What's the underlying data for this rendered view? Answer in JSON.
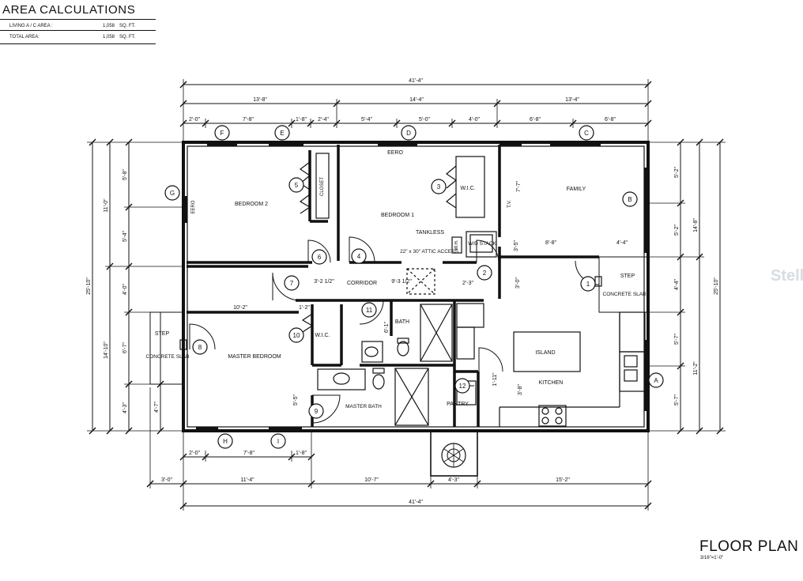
{
  "area_calculations": {
    "title": "AREA CALCULATIONS",
    "rows": [
      {
        "label": "LIVING A / C AREA :",
        "value": "1,058",
        "unit": "SQ. FT."
      },
      {
        "label": "TOTAL AREA:",
        "value": "1,058",
        "unit": "SQ. FT."
      }
    ]
  },
  "title": "FLOOR PLAN",
  "scale": "3/16\"=1'-0\"",
  "watermark": "Stella",
  "rooms": {
    "bedroom2": "BEDROOM 2",
    "bedroom1": "BEDROOM 1",
    "family": "FAMILY",
    "corridor": "CORRIDOR",
    "master_bedroom": "MASTER BEDROOM",
    "bath": "BATH",
    "master_bath": "MASTER BATH",
    "kitchen": "KITCHEN",
    "pantry": "PANTRY",
    "island": "ISLAND",
    "closet": "CLOSET",
    "wic1": "W.I.C.",
    "wic2": "W.I.C.",
    "concrete_slab_left": "CONCRETE SLAB",
    "concrete_slab_right": "CONCRETE SLAB",
    "step_left": "STEP",
    "step_right": "STEP",
    "tankless": "TANKLESS",
    "wh": "W.H.",
    "wd_stack": "W/D STACK",
    "attic_access": "22\" x 30\" ATTIC ACCESS",
    "tv": "T.V.",
    "eero_top": "EERO",
    "eero_left": "EERO"
  },
  "dimensions": {
    "overall_top": "41'-4\"",
    "overall_bottom": "41'-4\"",
    "top_row2": [
      "13'-8\"",
      "14'-4\"",
      "13'-4\""
    ],
    "top_row3": [
      "2'-0\"",
      "7'-8\"",
      "1'-8\"",
      "2'-4\"",
      "5'-4\"",
      "5'-0\"",
      "4'-0\"",
      "6'-8\"",
      "6'-8\""
    ],
    "bottom_row1": [
      "2'-0\"",
      "7'-8\"",
      "1'-8\""
    ],
    "bottom_row2": [
      "3'-0\"",
      "11'-4\"",
      "10'-7\"",
      "4'-3\"",
      "15'-2\""
    ],
    "left_overall": "25'-10\"",
    "left_row1": [
      "11'-0\"",
      "14'-10\""
    ],
    "left_row2": [
      "5'-8\"",
      "5'-4\"",
      "4'-0\"",
      "6'-7\"",
      "4'-3\""
    ],
    "left_slab": "4'-7\"",
    "right_overall": "25'-10\"",
    "right_row1": [
      "14'-8\"",
      "11'-2\""
    ],
    "right_row2": [
      "5'-2\"",
      "5'-2\"",
      "4'-4\"",
      "5'-7\"",
      "5'-7\""
    ],
    "interior": {
      "corridor_left": "3'-2 1/2\"",
      "corridor_mid": "9'-3 1/2\"",
      "corridor_right": "2'-3\"",
      "family_left": "8'-8\"",
      "family_right": "4'-4\"",
      "master_br_width": "10'-2\"",
      "wic_small": "1'-2\"",
      "bath_depth": "6'-1\"",
      "mb_vertical": "5'-5\"",
      "pantry_w": "1'-11\"",
      "kitchen_v": "3'-8\"",
      "kitchen_v2": "3'-0\"",
      "laundry_v": "3'-5\"",
      "family_v": "7'-7\""
    }
  },
  "window_tags": [
    "F",
    "E",
    "D",
    "C",
    "G",
    "B",
    "A",
    "H",
    "I"
  ],
  "door_tags": [
    "1",
    "2",
    "3",
    "4",
    "5",
    "6",
    "7",
    "8",
    "9",
    "10",
    "11",
    "12"
  ]
}
